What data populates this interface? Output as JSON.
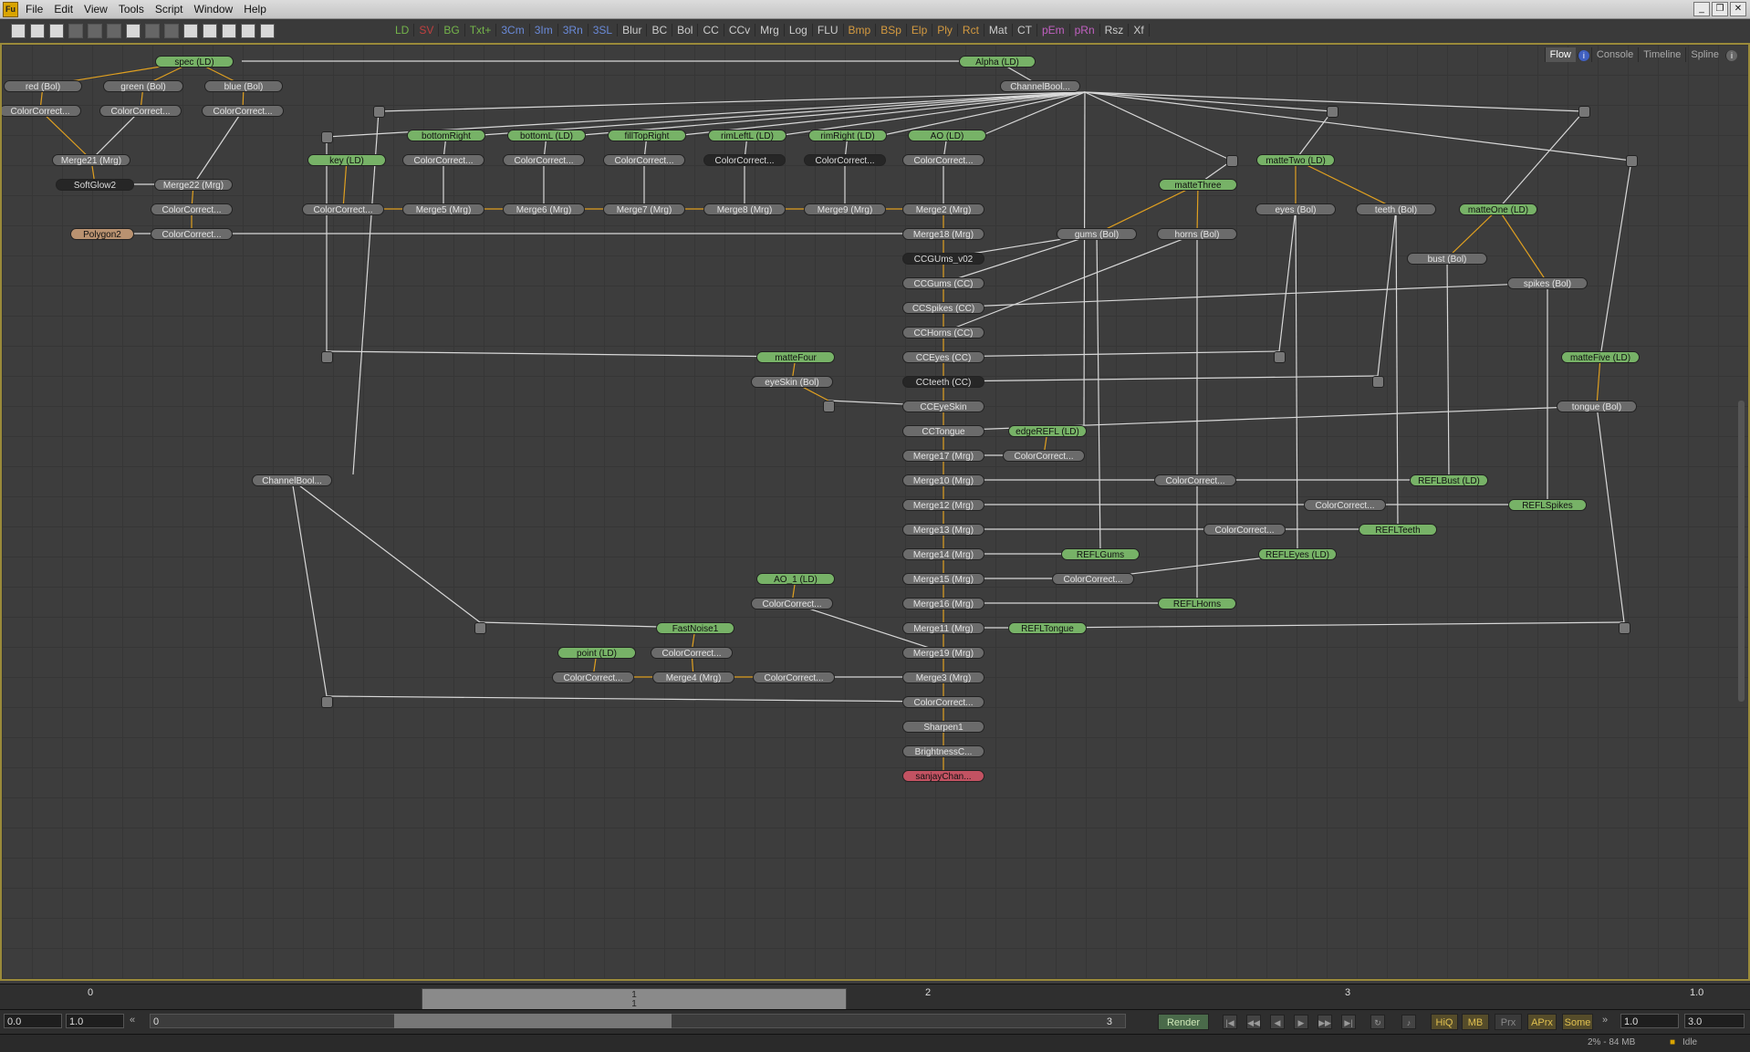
{
  "menu": [
    "File",
    "Edit",
    "View",
    "Tools",
    "Script",
    "Window",
    "Help"
  ],
  "window_buttons": [
    "_",
    "❐",
    "✕"
  ],
  "tools": [
    {
      "label": "LD",
      "color": "#74b44a"
    },
    {
      "label": "SV",
      "color": "#c04040"
    },
    {
      "label": "BG",
      "color": "#74b44a"
    },
    {
      "label": "Txt+",
      "color": "#74b44a"
    },
    {
      "label": "3Cm",
      "color": "#6a8ad8"
    },
    {
      "label": "3Im",
      "color": "#6a8ad8"
    },
    {
      "label": "3Rn",
      "color": "#6a8ad8"
    },
    {
      "label": "3SL",
      "color": "#6a8ad8"
    },
    {
      "label": "Blur",
      "color": "#cccccc"
    },
    {
      "label": "BC",
      "color": "#cccccc"
    },
    {
      "label": "Bol",
      "color": "#cccccc"
    },
    {
      "label": "CC",
      "color": "#cccccc"
    },
    {
      "label": "CCv",
      "color": "#cccccc"
    },
    {
      "label": "Mrg",
      "color": "#cccccc"
    },
    {
      "label": "Log",
      "color": "#cccccc"
    },
    {
      "label": "FLU",
      "color": "#cccccc"
    },
    {
      "label": "Bmp",
      "color": "#d49a40"
    },
    {
      "label": "BSp",
      "color": "#d49a40"
    },
    {
      "label": "Elp",
      "color": "#d49a40"
    },
    {
      "label": "Ply",
      "color": "#d49a40"
    },
    {
      "label": "Rct",
      "color": "#d49a40"
    },
    {
      "label": "Mat",
      "color": "#cccccc"
    },
    {
      "label": "CT",
      "color": "#cccccc"
    },
    {
      "label": "pEm",
      "color": "#c060c0"
    },
    {
      "label": "pRn",
      "color": "#c060c0"
    },
    {
      "label": "Rsz",
      "color": "#cccccc"
    },
    {
      "label": "Xf",
      "color": "#cccccc"
    }
  ],
  "view_tabs": {
    "flow": "Flow",
    "console": "Console",
    "timeline": "Timeline",
    "spline": "Spline"
  },
  "nodes": [
    {
      "id": "spec",
      "label": "spec (LD)",
      "style": "green"
    },
    {
      "id": "alpha",
      "label": "Alpha (LD)",
      "style": "green"
    },
    {
      "id": "red",
      "label": "red (Bol)",
      "style": "gray"
    },
    {
      "id": "green",
      "label": "green (Bol)",
      "style": "gray"
    },
    {
      "id": "blue",
      "label": "blue (Bol)",
      "style": "gray"
    },
    {
      "id": "cb1",
      "label": "ChannelBool...",
      "style": "gray"
    },
    {
      "id": "cc_r",
      "label": "ColorCorrect...",
      "style": "gray"
    },
    {
      "id": "cc_g",
      "label": "ColorCorrect...",
      "style": "gray"
    },
    {
      "id": "cc_b",
      "label": "ColorCorrect...",
      "style": "gray"
    },
    {
      "id": "bottomRight",
      "label": "bottomRight",
      "style": "green"
    },
    {
      "id": "bottomL",
      "label": "bottomL (LD)",
      "style": "green"
    },
    {
      "id": "fillTopRight",
      "label": "fillTopRight",
      "style": "green"
    },
    {
      "id": "rimLeftL",
      "label": "rimLeftL (LD)",
      "style": "green"
    },
    {
      "id": "rimRight",
      "label": "rimRight (LD)",
      "style": "green"
    },
    {
      "id": "ao",
      "label": "AO (LD)",
      "style": "green"
    },
    {
      "id": "merge21",
      "label": "Merge21 (Mrg)",
      "style": "gray"
    },
    {
      "id": "key",
      "label": "key (LD)",
      "style": "green"
    },
    {
      "id": "cc_br",
      "label": "ColorCorrect...",
      "style": "gray"
    },
    {
      "id": "cc_bl",
      "label": "ColorCorrect...",
      "style": "gray"
    },
    {
      "id": "cc_ftr",
      "label": "ColorCorrect...",
      "style": "gray"
    },
    {
      "id": "cc_rll",
      "label": "ColorCorrect...",
      "style": "dark"
    },
    {
      "id": "cc_rr",
      "label": "ColorCorrect...",
      "style": "dark"
    },
    {
      "id": "cc_ao",
      "label": "ColorCorrect...",
      "style": "gray"
    },
    {
      "id": "matteTwo",
      "label": "matteTwo (LD)",
      "style": "green"
    },
    {
      "id": "softglow2",
      "label": "SoftGlow2",
      "style": "dark"
    },
    {
      "id": "merge22",
      "label": "Merge22 (Mrg)",
      "style": "gray"
    },
    {
      "id": "matteThree",
      "label": "matteThree",
      "style": "green"
    },
    {
      "id": "cc_m22",
      "label": "ColorCorrect...",
      "style": "gray"
    },
    {
      "id": "cc_key",
      "label": "ColorCorrect...",
      "style": "gray"
    },
    {
      "id": "merge5",
      "label": "Merge5 (Mrg)",
      "style": "gray"
    },
    {
      "id": "merge6",
      "label": "Merge6 (Mrg)",
      "style": "gray"
    },
    {
      "id": "merge7",
      "label": "Merge7 (Mrg)",
      "style": "gray"
    },
    {
      "id": "merge8",
      "label": "Merge8 (Mrg)",
      "style": "gray"
    },
    {
      "id": "merge9",
      "label": "Merge9 (Mrg)",
      "style": "gray"
    },
    {
      "id": "merge2",
      "label": "Merge2 (Mrg)",
      "style": "gray"
    },
    {
      "id": "eyes",
      "label": "eyes (Bol)",
      "style": "gray"
    },
    {
      "id": "teeth",
      "label": "teeth (Bol)",
      "style": "gray"
    },
    {
      "id": "matteOne",
      "label": "matteOne (LD)",
      "style": "green"
    },
    {
      "id": "polygon2",
      "label": "Polygon2",
      "style": "tan"
    },
    {
      "id": "cc_poly",
      "label": "ColorCorrect...",
      "style": "gray"
    },
    {
      "id": "merge18",
      "label": "Merge18 (Mrg)",
      "style": "gray"
    },
    {
      "id": "gums",
      "label": "gums (Bol)",
      "style": "gray"
    },
    {
      "id": "horns",
      "label": "horns (Bol)",
      "style": "gray"
    },
    {
      "id": "ccgums_v02",
      "label": "CCGUms_v02",
      "style": "dark"
    },
    {
      "id": "bust",
      "label": "bust (Bol)",
      "style": "gray"
    },
    {
      "id": "ccgums",
      "label": "CCGums (CC)",
      "style": "gray"
    },
    {
      "id": "spikes",
      "label": "spikes (Bol)",
      "style": "gray"
    },
    {
      "id": "ccspikes",
      "label": "CCSpikes (CC)",
      "style": "gray"
    },
    {
      "id": "cchorns",
      "label": "CCHorns (CC)",
      "style": "gray"
    },
    {
      "id": "matteFour",
      "label": "matteFour",
      "style": "green"
    },
    {
      "id": "cceyes",
      "label": "CCEyes (CC)",
      "style": "gray"
    },
    {
      "id": "matteFive",
      "label": "matteFive (LD)",
      "style": "green"
    },
    {
      "id": "eyeSkin",
      "label": "eyeSkin (Bol)",
      "style": "gray"
    },
    {
      "id": "ccteeth",
      "label": "CCteeth (CC)",
      "style": "dark"
    },
    {
      "id": "cceyeskin",
      "label": "CCEyeSkin",
      "style": "gray"
    },
    {
      "id": "tongue",
      "label": "tongue (Bol)",
      "style": "gray"
    },
    {
      "id": "cctongue",
      "label": "CCTongue",
      "style": "gray"
    },
    {
      "id": "edgeREFL",
      "label": "edgeREFL (LD)",
      "style": "green"
    },
    {
      "id": "merge17",
      "label": "Merge17 (Mrg)",
      "style": "gray"
    },
    {
      "id": "cc_edge",
      "label": "ColorCorrect...",
      "style": "gray"
    },
    {
      "id": "cb2",
      "label": "ChannelBool...",
      "style": "gray"
    },
    {
      "id": "merge10",
      "label": "Merge10 (Mrg)",
      "style": "gray"
    },
    {
      "id": "cc_m10",
      "label": "ColorCorrect...",
      "style": "gray"
    },
    {
      "id": "reflbust",
      "label": "REFLBust (LD)",
      "style": "green"
    },
    {
      "id": "merge12",
      "label": "Merge12 (Mrg)",
      "style": "gray"
    },
    {
      "id": "cc_m12",
      "label": "ColorCorrect...",
      "style": "gray"
    },
    {
      "id": "reflspikes",
      "label": "REFLSpikes",
      "style": "green"
    },
    {
      "id": "merge13",
      "label": "Merge13 (Mrg)",
      "style": "gray"
    },
    {
      "id": "cc_m13",
      "label": "ColorCorrect...",
      "style": "gray"
    },
    {
      "id": "reflteeth",
      "label": "REFLTeeth",
      "style": "green"
    },
    {
      "id": "merge14",
      "label": "Merge14 (Mrg)",
      "style": "gray"
    },
    {
      "id": "reflgums",
      "label": "REFLGums",
      "style": "green"
    },
    {
      "id": "refleyes",
      "label": "REFLEyes (LD)",
      "style": "green"
    },
    {
      "id": "ao1",
      "label": "AO_1 (LD)",
      "style": "green"
    },
    {
      "id": "merge15",
      "label": "Merge15 (Mrg)",
      "style": "gray"
    },
    {
      "id": "cc_m15",
      "label": "ColorCorrect...",
      "style": "gray"
    },
    {
      "id": "cc_ao1",
      "label": "ColorCorrect...",
      "style": "gray"
    },
    {
      "id": "merge16",
      "label": "Merge16 (Mrg)",
      "style": "gray"
    },
    {
      "id": "reflhorns",
      "label": "REFLHorns",
      "style": "green"
    },
    {
      "id": "fastnoise1",
      "label": "FastNoise1",
      "style": "green"
    },
    {
      "id": "merge11",
      "label": "Merge11 (Mrg)",
      "style": "gray"
    },
    {
      "id": "refltongue",
      "label": "REFLTongue",
      "style": "green"
    },
    {
      "id": "point",
      "label": "point (LD)",
      "style": "green"
    },
    {
      "id": "cc_fn",
      "label": "ColorCorrect...",
      "style": "gray"
    },
    {
      "id": "merge19",
      "label": "Merge19 (Mrg)",
      "style": "gray"
    },
    {
      "id": "cc_pt",
      "label": "ColorCorrect...",
      "style": "gray"
    },
    {
      "id": "merge4",
      "label": "Merge4 (Mrg)",
      "style": "gray"
    },
    {
      "id": "cc_m4",
      "label": "ColorCorrect...",
      "style": "gray"
    },
    {
      "id": "merge3",
      "label": "Merge3 (Mrg)",
      "style": "gray"
    },
    {
      "id": "cc_m3",
      "label": "ColorCorrect...",
      "style": "gray"
    },
    {
      "id": "sharpen1",
      "label": "Sharpen1",
      "style": "gray"
    },
    {
      "id": "brightness",
      "label": "BrightnessC...",
      "style": "gray"
    },
    {
      "id": "saver",
      "label": "sanjayChan...",
      "style": "red"
    }
  ],
  "timeline": {
    "ticks": [
      "0",
      "1",
      "2",
      "3"
    ],
    "range_in": "1",
    "range_out": "1",
    "end_value": "1.0"
  },
  "time_controls": {
    "current": "0.0",
    "step": "1.0",
    "slider_start": "0",
    "slider_end": "3",
    "render": "Render",
    "hiq": "HiQ",
    "mb": "MB",
    "prx": "Prx",
    "aprx": "APrx",
    "some": "Some",
    "rate": "1.0",
    "end": "3.0"
  },
  "status": {
    "memory": "2% - 84 MB",
    "state": "Idle"
  }
}
